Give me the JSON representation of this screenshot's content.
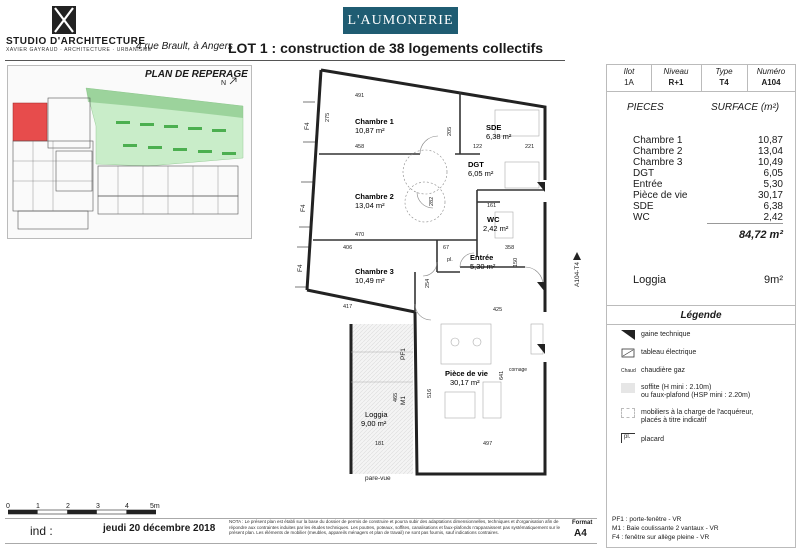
{
  "header": {
    "studio_name": "STUDIO D'ARCHITECTURE",
    "studio_sub": "XAVIER GAYRAUD · ARCHITECTURE · URBANISME",
    "address": "4 rue Brault, à Angers",
    "brand": "L'AUMONERIE",
    "lot_title": "LOT 1 : construction de 38 logements collectifs"
  },
  "repere": {
    "title": "PLAN DE REPERAGE",
    "north": "N"
  },
  "plan": {
    "rooms": {
      "chambre1": {
        "name": "Chambre 1",
        "area": "10,87 m²"
      },
      "chambre2": {
        "name": "Chambre 2",
        "area": "13,04 m²"
      },
      "chambre3": {
        "name": "Chambre 3",
        "area": "10,49 m²"
      },
      "sde": {
        "name": "SDE",
        "area": "6,38 m²"
      },
      "dgt": {
        "name": "DGT",
        "area": "6,05 m²"
      },
      "wc": {
        "name": "WC",
        "area": "2,42 m²"
      },
      "entree": {
        "name": "Entrée",
        "area": "5,30 m²"
      },
      "piece_de_vie": {
        "name": "Pièce de vie",
        "area": "30,17 m²"
      },
      "loggia": {
        "name": "Loggia",
        "area": "9,00 m²"
      }
    },
    "dims": {
      "d491": "491",
      "d275": "275",
      "d205": "205",
      "d458": "458",
      "d122": "122",
      "d221": "221",
      "d282": "282",
      "d161": "161",
      "d470": "470",
      "d406": "406",
      "d67": "67",
      "d358": "358",
      "d150": "150",
      "d254": "254",
      "d417": "417",
      "d425": "425",
      "d641": "641",
      "d516": "516",
      "d465": "465",
      "d181": "181",
      "d497": "497"
    },
    "marks": {
      "f4a": "F4",
      "f4b": "F4",
      "f4c": "F4",
      "pf1": "PF1",
      "m1": "M1",
      "pl": "pl.",
      "cornage": "cornage",
      "pare_vue": "pare-vue",
      "logement": "A104-T4"
    }
  },
  "panel": {
    "ilot_hdr": "Ilot",
    "niveau_hdr": "Niveau",
    "type_hdr": "Type",
    "numero_hdr": "Numéro",
    "ilot": "1A",
    "niveau": "R+1",
    "type": "T4",
    "numero": "A104",
    "pieces_hdr": "PIECES",
    "surface_hdr": "SURFACE (m²)",
    "rooms": [
      {
        "name": "Chambre 1",
        "value": "10,87"
      },
      {
        "name": "Chambre 2",
        "value": "13,04"
      },
      {
        "name": "Chambre 3",
        "value": "10,49"
      },
      {
        "name": "DGT",
        "value": "6,05"
      },
      {
        "name": "Entrée",
        "value": "5,30"
      },
      {
        "name": "Pièce de vie",
        "value": "30,17"
      },
      {
        "name": "SDE",
        "value": "6,38"
      },
      {
        "name": "WC",
        "value": "2,42"
      }
    ],
    "total": "84,72 m²",
    "loggia_label": "Loggia",
    "loggia_value": "9m²",
    "legende_hdr": "Légende",
    "legend": {
      "gaine": "gaine technique",
      "tableau": "tableau électrique",
      "chaudiere": "chaudière gaz",
      "chaud_tag": "Chaud",
      "soffite": "soffite (H mini : 2.10m)",
      "faux_plafond": "ou faux-plafond (HSP mini : 2.20m)",
      "mobiliers1": "mobiliers à la charge de l'acquéreur,",
      "mobiliers2": "placés à titre indicatif",
      "placard": "placard",
      "placard_tag": "pl."
    },
    "notes": [
      "PF1 : porte-fenêtre - VR",
      "M1 : Baie coulissante 2 vantaux - VR",
      "F4 : fenêtre sur allège pleine - VR"
    ]
  },
  "footer": {
    "scale_labels": [
      "0",
      "1",
      "2",
      "3",
      "4",
      "5m"
    ],
    "ind": "ind :",
    "date": "jeudi 20 décembre 2018",
    "disclaimer": "NOTA : Le présent plan est établi sur la base du dossier de permis de construire et pourra subir des adaptations dimensionnelles, techniques et d'organisation afin de répondre aux contraintes induites par les études techniques. Les poutres, poteaux, soffites, canalisations et faux-plafonds n'apparaissent pas systématiquement sur le présent plan. Les éléments de mobilier (meubles, appareils ménagers et plan de travail) ne sont pas fournis, sauf indications contraires.",
    "format_label": "Format",
    "format_value": "A4"
  }
}
